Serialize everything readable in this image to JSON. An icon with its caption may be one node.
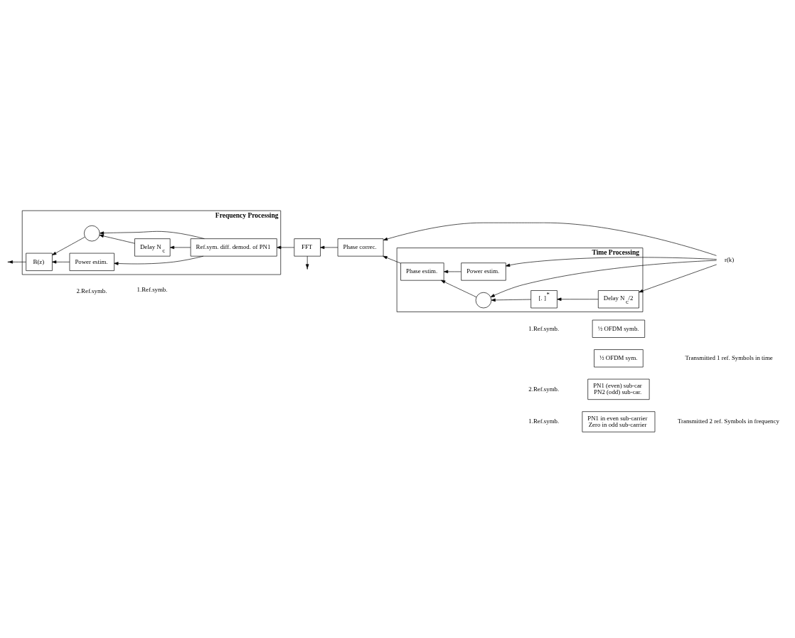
{
  "diagram": {
    "nodes": [
      {
        "text": [
          "PN1 in even sub-carrier",
          "Zero in odd sub-carrier"
        ]
      },
      {
        "text": [
          "PN1 (even) sub-car",
          "PN2 (odd) sub-car."
        ]
      },
      {
        "text": [
          "½ OFDM sym."
        ]
      },
      {
        "text": [
          "½ OFDM symb."
        ]
      },
      {
        "text": [
          "r(k)"
        ]
      },
      {
        "text": [
          "Phase correc."
        ]
      },
      {
        "text": [
          "FFT"
        ]
      },
      {
        "text": [
          "Frequency Processing"
        ]
      },
      {
        "text": [
          "Ref.sym. diff. demod. of PN1"
        ],
        "in": 7
      },
      {
        "text": [],
        "shape": "circle",
        "in": 7
      },
      {
        "text": [
          "Delay N$_{c}$"
        ],
        "in": 7
      },
      {
        "text": [
          "Power estim."
        ],
        "in": 7
      },
      {
        "text": [
          "B(z)"
        ],
        "in": 7
      },
      {
        "text": [
          "Time Processing"
        ]
      },
      {
        "text": [
          "Phase estim."
        ],
        "in": 13
      },
      {
        "text": [],
        "shape": "circle",
        "in": 13
      },
      {
        "text": [
          "[. ]$^{*}$"
        ],
        "in": 13
      },
      {
        "text": [
          "Delay N$_{c}$/2"
        ],
        "in": 13
      },
      {
        "text": [
          "Power estim."
        ],
        "in": 13
      }
    ],
    "edges": [
      {
        "from": 4,
        "to": 5,
        "arrow": "to"
      },
      {
        "from": 5,
        "to": 6,
        "arrow": "to"
      },
      {
        "from": 6,
        "to": null,
        "arrow": "to"
      },
      {
        "from": 6,
        "to": 8,
        "arrow": "to"
      },
      {
        "from": 4,
        "to": 15,
        "arrow": "to"
      },
      {
        "from": 4,
        "to": 17,
        "arrow": "to"
      },
      {
        "from": 4,
        "to": 18,
        "arrow": "to"
      },
      {
        "from": 14,
        "to": 5,
        "arrow": "to"
      },
      {
        "from": 15,
        "to": 14,
        "arrow": "to"
      },
      {
        "from": 17,
        "to": 16,
        "arrow": "to"
      },
      {
        "from": 16,
        "to": 15,
        "arrow": "to"
      },
      {
        "from": 18,
        "to": 14,
        "arrow": "to"
      },
      {
        "from": 8,
        "to": 9,
        "arrow": "to"
      },
      {
        "from": 8,
        "to": 10,
        "arrow": "to"
      },
      {
        "from": 8,
        "to": 11,
        "arrow": "to"
      },
      {
        "from": 10,
        "to": 9,
        "arrow": "to"
      },
      {
        "from": 9,
        "to": 12,
        "arrow": "to"
      },
      {
        "from": 11,
        "to": 12,
        "arrow": "to"
      },
      {
        "from": 12,
        "to": null,
        "arrow": "to"
      }
    ],
    "labels": [
      "Transmitted 2 ref. Symbols in frequency",
      "Transmitted 1 ref. Symbols in time",
      "1.Ref.symb.",
      "2.Ref.symb.",
      "1.Ref.symb.",
      "2.Ref.symb.",
      "1.Ref.symb."
    ]
  }
}
